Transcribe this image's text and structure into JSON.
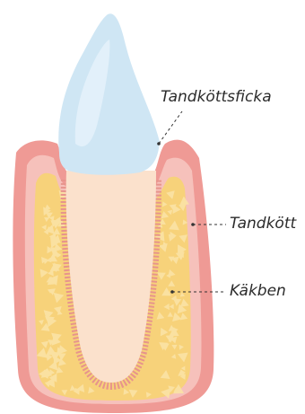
{
  "labels": {
    "pocket": "Tandköttsficka",
    "gum": "Tandkött",
    "jawbone": "Käkben"
  },
  "colors": {
    "gum_outer": "#ef9a95",
    "gum_inner": "#f6c1bb",
    "bone": "#f7d27a",
    "bone_speckle": "#fbe3a6",
    "root": "#fbe1cc",
    "enamel": "#cfe6f4",
    "enamel_highlight": "#e6f3fb",
    "ligament": "#e7948c",
    "leader": "#333333"
  }
}
